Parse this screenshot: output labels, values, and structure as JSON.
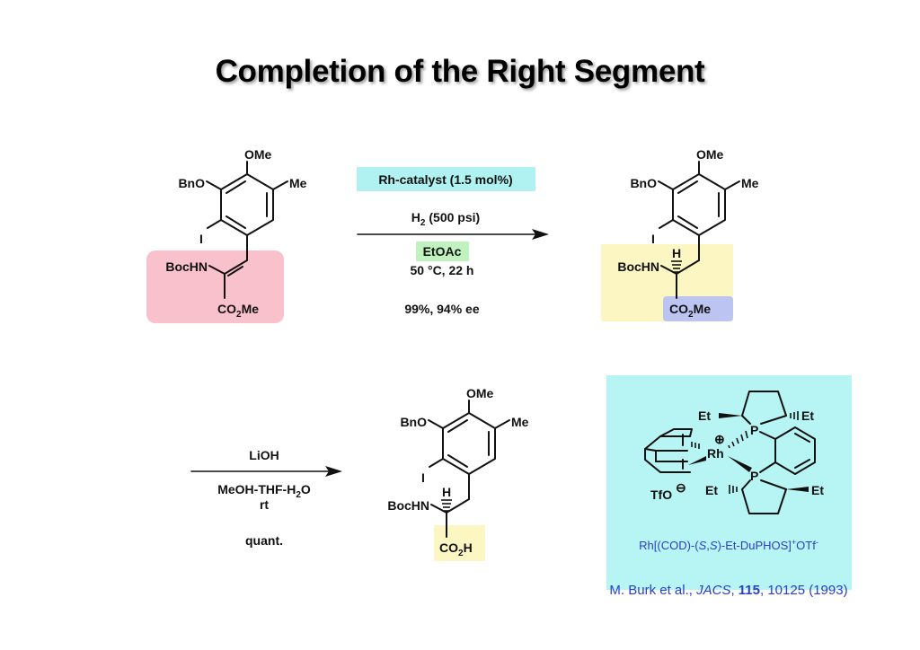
{
  "title": "Completion of the Right Segment",
  "molecule_labels": {
    "ome": "OMe",
    "bno": "BnO",
    "me": "Me",
    "iodo": "I",
    "bochn": "BocHN",
    "h": "H",
    "co": "CO",
    "sub2": "2",
    "me_ester": "Me",
    "h_acid": "H"
  },
  "step1": {
    "catalyst": "Rh-catalyst (1.5 mol%)",
    "h2_prefix": "H",
    "h2_sub": "2",
    "h2_suffix": " (500 psi)",
    "solvent": "EtOAc",
    "conditions": "50 °C, 22 h",
    "yield": "99%, 94% ee"
  },
  "step2": {
    "reagent": "LiOH",
    "solvent_prefix": "MeOH-THF-H",
    "solvent_sub": "2",
    "solvent_suffix": "O",
    "temp": "rt",
    "yield": "quant."
  },
  "catalyst_box": {
    "et": "Et",
    "p": "P",
    "rh": "Rh",
    "plus": "⊕",
    "tfo": "TfO",
    "minus": "⊖",
    "name_a": "Rh[(COD)-(",
    "name_s1": "S",
    "name_comma": ",",
    "name_s2": "S",
    "name_b": ")-Et-DuPHOS]",
    "name_plus": "+",
    "name_c": "OTf",
    "name_minus": "-"
  },
  "citation": {
    "authors": "M. Burk et al., ",
    "journal": "JACS",
    "sep1": ", ",
    "volume": "115",
    "rest": ", 10125 (1993)"
  },
  "colors": {
    "pink_highlight": "#f9c1cb",
    "yellow_highlight": "#fbf6c2",
    "blue_highlight": "#bcc4f2",
    "cyan_highlight": "#b0f1f1",
    "green_highlight": "#bff2bf",
    "link_blue": "#2a3fc4"
  }
}
